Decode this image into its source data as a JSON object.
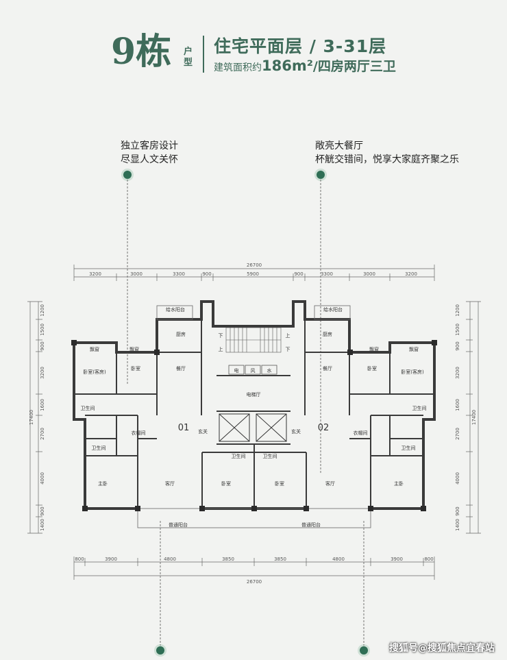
{
  "header": {
    "building": "9栋",
    "unit_type": "户型",
    "subtitle": "住宅平面层 / 3-31层",
    "area_prefix": "建筑面积约",
    "area_value": "186m²",
    "rooms": "/四房两厅三卫"
  },
  "features": {
    "left": [
      "独立客房设计",
      "尽显人文关怀"
    ],
    "right": [
      "敞亮大餐厅",
      "杯觥交错间，悦享大家庭齐聚之乐"
    ]
  },
  "plan": {
    "top_total": "26700",
    "top_dims": [
      "3200",
      "3000",
      "3300",
      "900",
      "5900",
      "900",
      "3300",
      "3000",
      "3200"
    ],
    "bottom_total": "26700",
    "bottom_dims": [
      "800",
      "3900",
      "4800",
      "3850",
      "3850",
      "4800",
      "3900",
      "800"
    ],
    "left_dims": [
      "1200",
      "1500",
      "900",
      "3200",
      "1600",
      "2700",
      "4000",
      "900",
      "1400"
    ],
    "left_total": "17400",
    "right_dims": [
      "1200",
      "1500",
      "900",
      "3200",
      "1600",
      "2700",
      "4000",
      "900",
      "1400"
    ],
    "right_total": "17400",
    "units": [
      "01",
      "02"
    ],
    "rooms": {
      "water_platform": "给水阳台",
      "kitchen": "厨房",
      "dining": "餐厅",
      "bay_window": "飘窗",
      "bedroom": "卧室",
      "guest_room": "卧室(客房)",
      "bathroom": "卫生间",
      "cloakroom": "衣帽间",
      "master": "主卧",
      "living": "客厅",
      "foyer": "玄关",
      "elevator_hall": "电梯厅",
      "balcony": "普通阳台",
      "up": "上",
      "down": "下",
      "elec": "电",
      "wind": "风",
      "water": "水"
    }
  },
  "watermark": "搜狐号@搜狐焦点宜春站"
}
